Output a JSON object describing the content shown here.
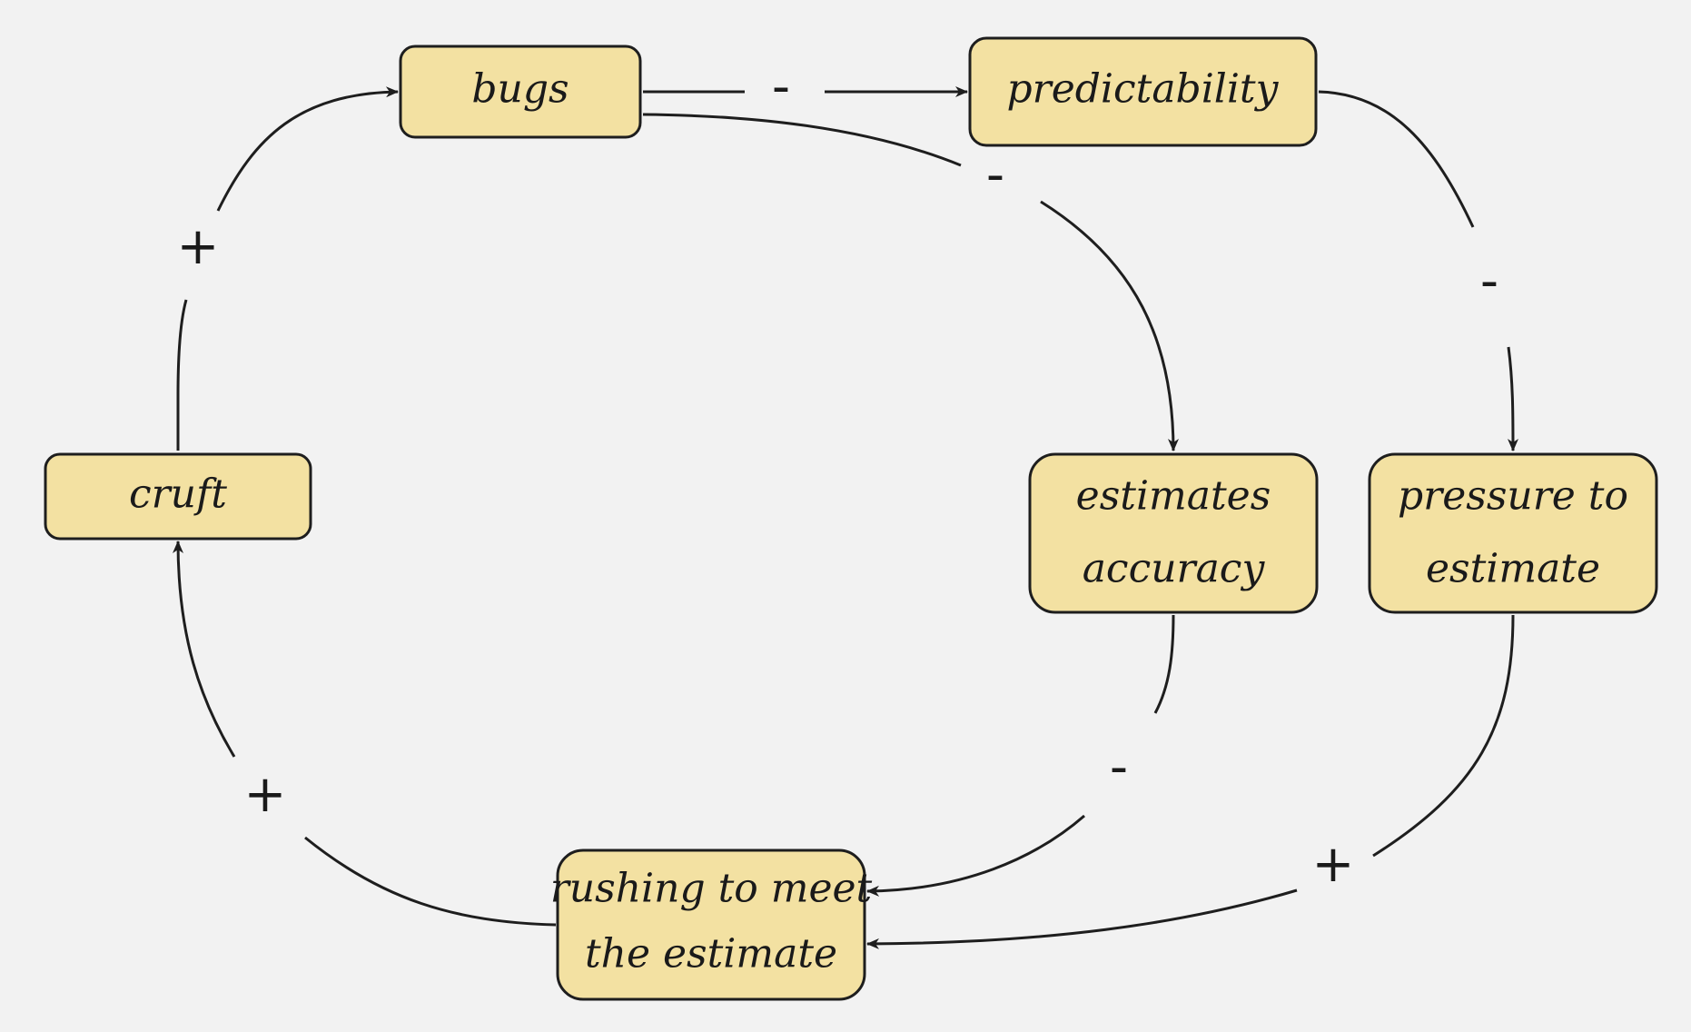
{
  "diagram": {
    "nodes": {
      "bugs": {
        "label": "bugs"
      },
      "predictability": {
        "label": "predictability"
      },
      "cruft": {
        "label": "cruft"
      },
      "estimates_accuracy": {
        "line1": "estimates",
        "line2": "accuracy"
      },
      "pressure_to_estimate": {
        "line1": "pressure to",
        "line2": "estimate"
      },
      "rushing": {
        "line1": "rushing to meet",
        "line2": "the estimate"
      }
    },
    "edges": {
      "bugs_to_predictability": {
        "from": "bugs",
        "to": "predictability",
        "polarity": "-"
      },
      "bugs_to_estimates_accuracy": {
        "from": "bugs",
        "to": "estimates accuracy",
        "polarity": "-"
      },
      "predictability_to_pressure": {
        "from": "predictability",
        "to": "pressure to estimate",
        "polarity": "-"
      },
      "cruft_to_bugs": {
        "from": "cruft",
        "to": "bugs",
        "polarity": "+"
      },
      "rushing_to_cruft": {
        "from": "rushing to meet the estimate",
        "to": "cruft",
        "polarity": "+"
      },
      "accuracy_to_rushing": {
        "from": "estimates accuracy",
        "to": "rushing to meet the estimate",
        "polarity": "-"
      },
      "pressure_to_rushing": {
        "from": "pressure to estimate",
        "to": "rushing to meet the estimate",
        "polarity": "+"
      }
    },
    "colors": {
      "node_fill": "#f3e1a2",
      "stroke": "#1e1e1e",
      "background": "#f2f2f2"
    }
  }
}
